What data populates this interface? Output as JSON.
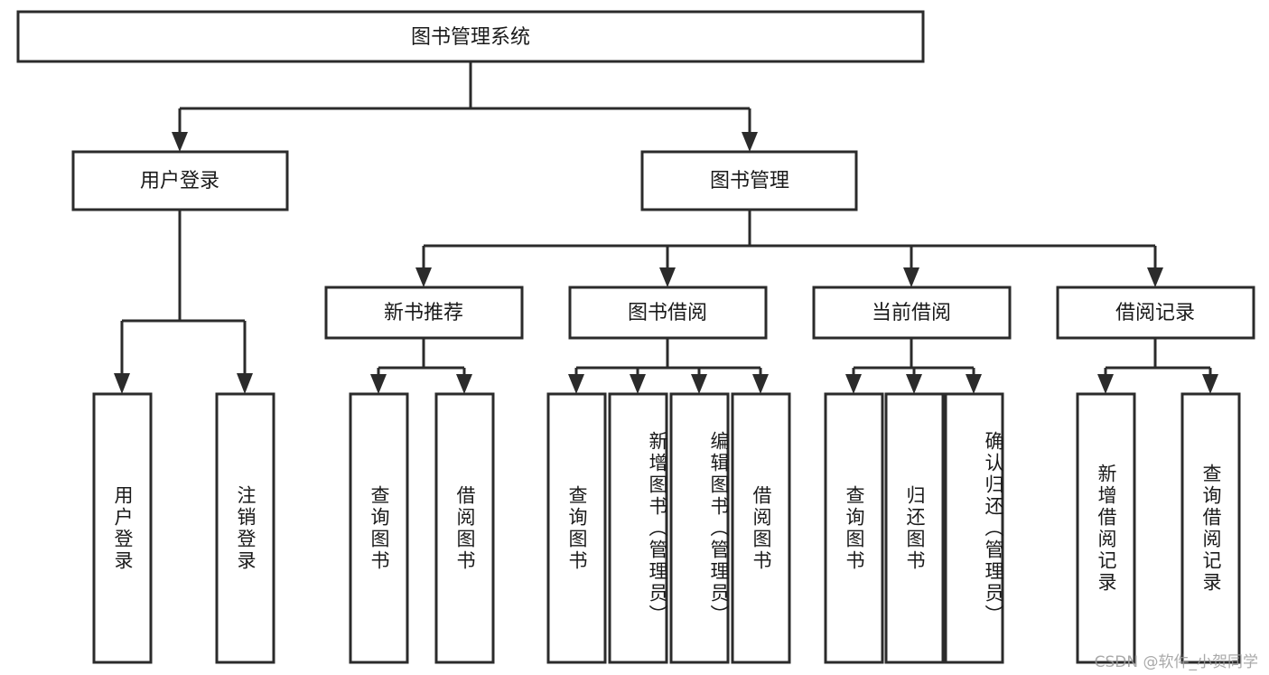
{
  "diagram": {
    "title": "图书管理系统",
    "type": "tree-hierarchy",
    "root": {
      "label": "图书管理系统"
    },
    "level2": [
      {
        "label": "用户登录"
      },
      {
        "label": "图书管理"
      }
    ],
    "level3": [
      {
        "label": "新书推荐"
      },
      {
        "label": "图书借阅"
      },
      {
        "label": "当前借阅"
      },
      {
        "label": "借阅记录"
      }
    ],
    "leaves": {
      "user_login": [
        {
          "label": "用户登录"
        },
        {
          "label": "注销登录"
        }
      ],
      "new_book_recommend": [
        {
          "label": "查询图书"
        },
        {
          "label": "借阅图书"
        }
      ],
      "book_borrow": [
        {
          "label": "查询图书"
        },
        {
          "label": "新增图书（管理员）"
        },
        {
          "label": "编辑图书（管理员）"
        },
        {
          "label": "借阅图书"
        }
      ],
      "current_borrow": [
        {
          "label": "查询图书"
        },
        {
          "label": "归还图书"
        },
        {
          "label": "确认归还（管理员）"
        }
      ],
      "borrow_record": [
        {
          "label": "新增借阅记录"
        },
        {
          "label": "查询借阅记录"
        }
      ]
    },
    "watermark": "CSDN @软件_小贺同学",
    "colors": {
      "stroke": "#2b2b2b",
      "fill": "#ffffff",
      "text": "#1a1a1a",
      "watermark": "#9b9b9b"
    }
  }
}
